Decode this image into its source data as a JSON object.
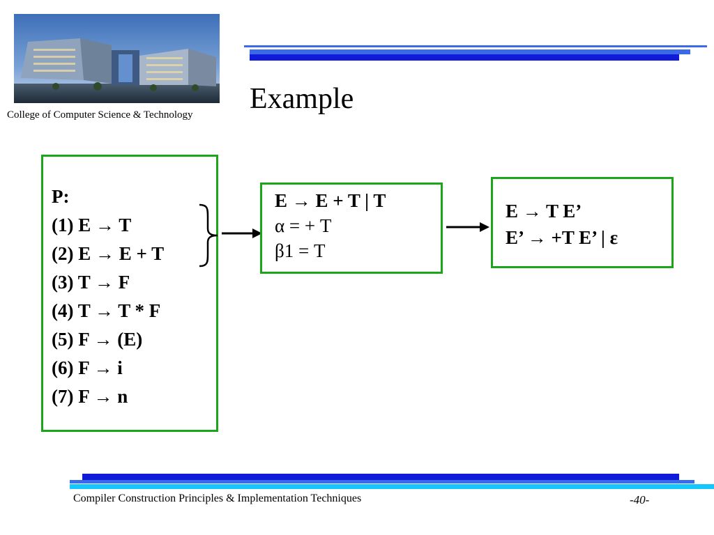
{
  "header": {
    "college": "College of Computer Science & Technology"
  },
  "slide": {
    "title": "Example"
  },
  "productions": {
    "label": "P:",
    "items": [
      "(1) E → T",
      "(2) E → E + T",
      "(3) T → F",
      "(4) T → T * F",
      "(5) F → (E)",
      "(6) F → i",
      "(7) F → n"
    ]
  },
  "middle_box": {
    "rule": "E → E + T | T",
    "alpha": "α  = + T",
    "beta": "β1 = T"
  },
  "right_box": {
    "line1": "E → T E’",
    "line2": "E’ → +T E’ | ε"
  },
  "footer": {
    "course": "Compiler Construction Principles & Implementation Techniques",
    "page": "-40-"
  },
  "colors": {
    "box_border": "#1aa51a",
    "bar_dark_blue": "#0f1bd8",
    "bar_blue": "#3a6ae8",
    "bar_cyan": "#14c8ff"
  },
  "icons": {
    "logo": "campus-building-photo",
    "brace": "right-curly-brace-icon",
    "arrow": "right-arrow-icon"
  }
}
